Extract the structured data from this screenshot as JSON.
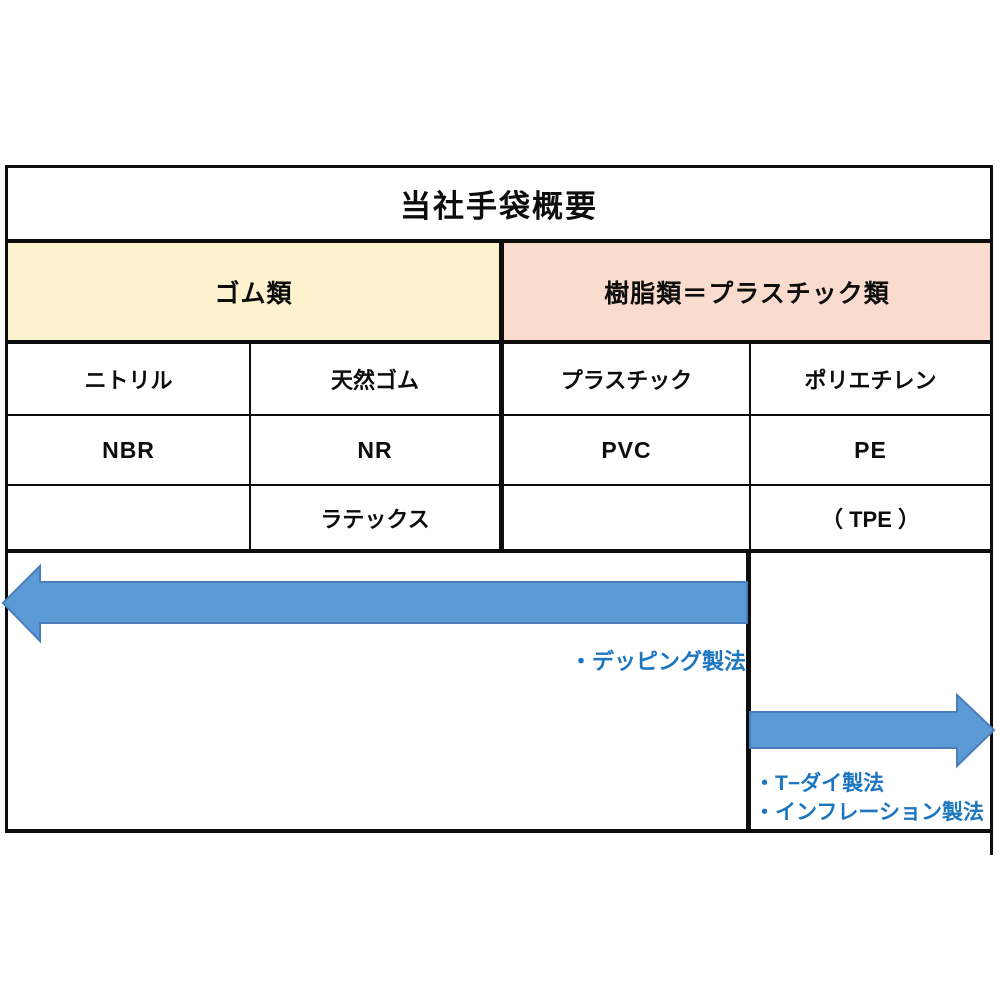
{
  "title": "当社手袋概要",
  "groups": [
    {
      "label": "ゴム類",
      "bg": "#FCF2CE"
    },
    {
      "label": "樹脂類＝プラスチック類",
      "bg": "#F9DCCD"
    }
  ],
  "columns": [
    {
      "name": "ニトリル",
      "code": "NBR",
      "extra": ""
    },
    {
      "name": "天然ゴム",
      "code": "NR",
      "extra": "ラテックス"
    },
    {
      "name": "プラスチック",
      "code": "PVC",
      "extra": ""
    },
    {
      "name": "ポリエチレン",
      "code": "PE",
      "extra": "（ TPE ）"
    }
  ],
  "methods": {
    "dipping": "・デッピング製法",
    "t_die": "・T−ダイ製法",
    "inflation": "・インフレーション製法"
  },
  "colors": {
    "rubber_group_bg": "#FCF2CE",
    "plastic_group_bg": "#F9DCCD",
    "arrow_fill": "#5B9AD5",
    "arrow_stroke": "#4A7EBB",
    "method_text": "#1B75BF",
    "border": "#0D0D0D"
  }
}
